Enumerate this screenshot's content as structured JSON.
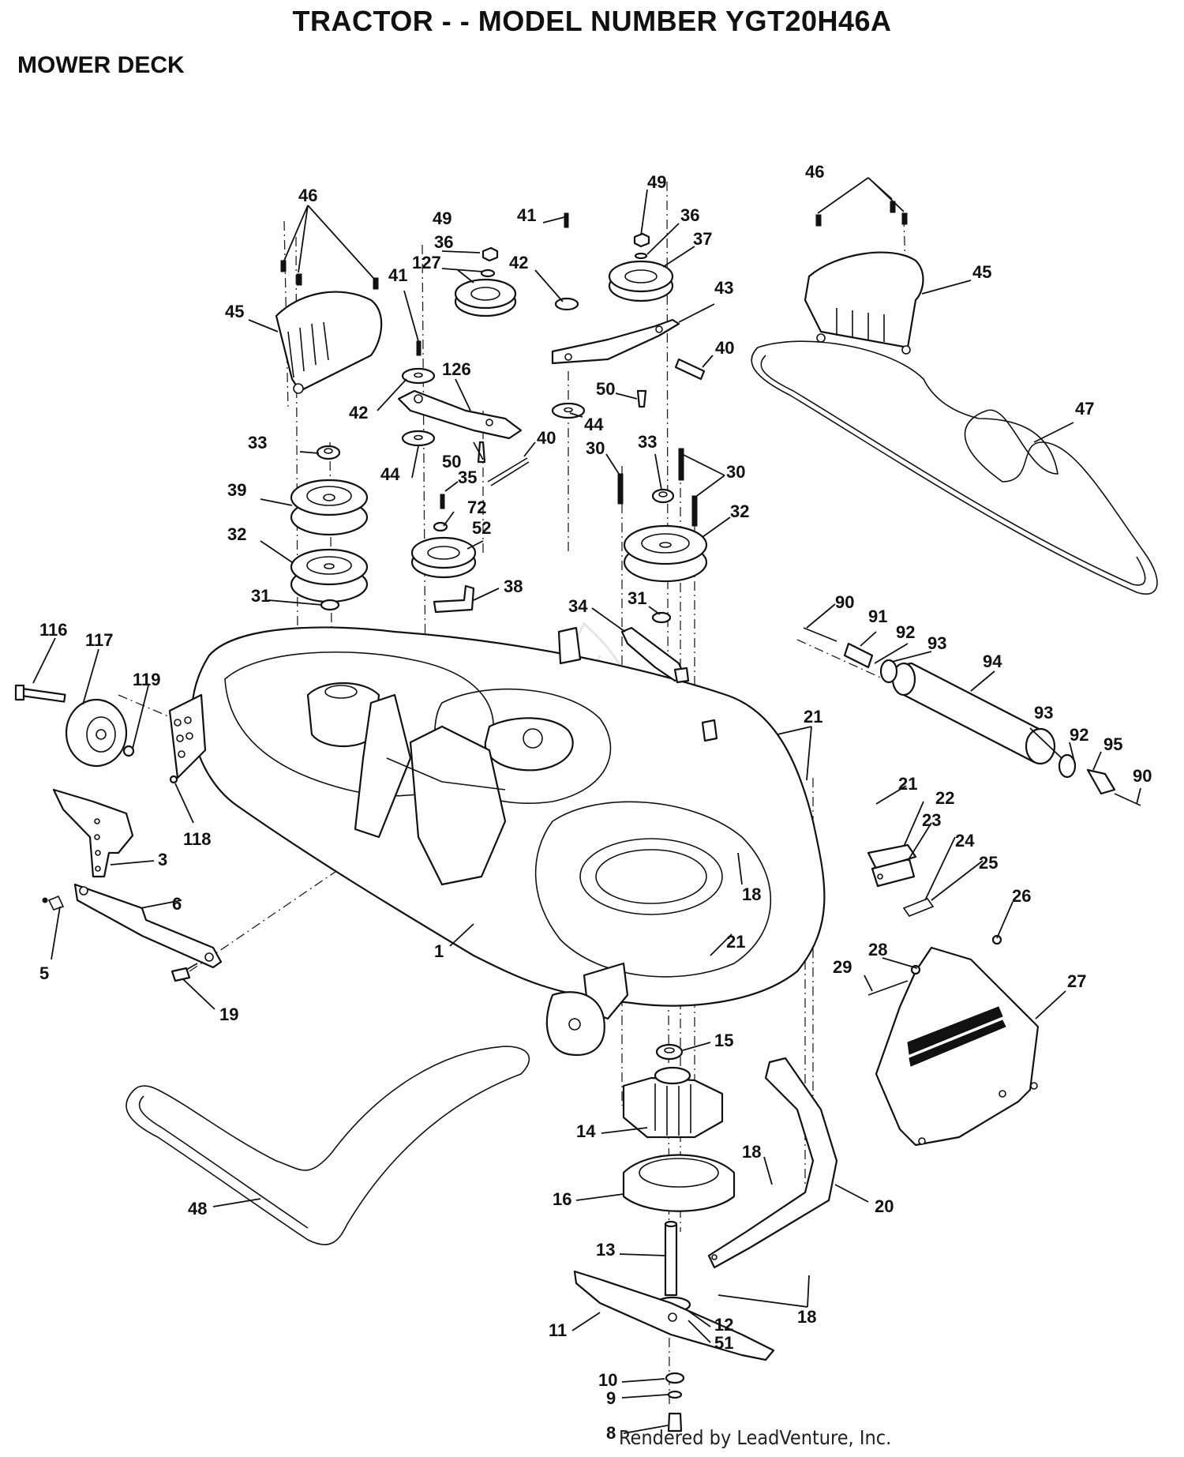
{
  "header": {
    "title": "TRACTOR - - MODEL NUMBER YGT20H46A",
    "section": "MOWER DECK"
  },
  "footer": {
    "credit": "Rendered by LeadVenture, Inc."
  },
  "callouts": [
    {
      "id": "46a",
      "label": "46"
    },
    {
      "id": "45a",
      "label": "45"
    },
    {
      "id": "41a",
      "label": "41"
    },
    {
      "id": "42a",
      "label": "42"
    },
    {
      "id": "126",
      "label": "126"
    },
    {
      "id": "44a",
      "label": "44"
    },
    {
      "id": "50a",
      "label": "50"
    },
    {
      "id": "49a",
      "label": "49"
    },
    {
      "id": "36a",
      "label": "36"
    },
    {
      "id": "127",
      "label": "127"
    },
    {
      "id": "33a",
      "label": "33"
    },
    {
      "id": "39",
      "label": "39"
    },
    {
      "id": "32a",
      "label": "32"
    },
    {
      "id": "31a",
      "label": "31"
    },
    {
      "id": "40a",
      "label": "40"
    },
    {
      "id": "35",
      "label": "35"
    },
    {
      "id": "72",
      "label": "72"
    },
    {
      "id": "52",
      "label": "52"
    },
    {
      "id": "38",
      "label": "38"
    },
    {
      "id": "41b",
      "label": "41"
    },
    {
      "id": "42b",
      "label": "42"
    },
    {
      "id": "44b",
      "label": "44"
    },
    {
      "id": "49b",
      "label": "49"
    },
    {
      "id": "36b",
      "label": "36"
    },
    {
      "id": "37",
      "label": "37"
    },
    {
      "id": "43",
      "label": "43"
    },
    {
      "id": "40b",
      "label": "40"
    },
    {
      "id": "50b",
      "label": "50"
    },
    {
      "id": "30a",
      "label": "30"
    },
    {
      "id": "33b",
      "label": "33"
    },
    {
      "id": "30b",
      "label": "30"
    },
    {
      "id": "32b",
      "label": "32"
    },
    {
      "id": "31b",
      "label": "31"
    },
    {
      "id": "34",
      "label": "34"
    },
    {
      "id": "46b",
      "label": "46"
    },
    {
      "id": "45b",
      "label": "45"
    },
    {
      "id": "47",
      "label": "47"
    },
    {
      "id": "90a",
      "label": "90"
    },
    {
      "id": "91",
      "label": "91"
    },
    {
      "id": "92a",
      "label": "92"
    },
    {
      "id": "93a",
      "label": "93"
    },
    {
      "id": "94",
      "label": "94"
    },
    {
      "id": "93b",
      "label": "93"
    },
    {
      "id": "92b",
      "label": "92"
    },
    {
      "id": "95",
      "label": "95"
    },
    {
      "id": "90b",
      "label": "90"
    },
    {
      "id": "116",
      "label": "116"
    },
    {
      "id": "117",
      "label": "117"
    },
    {
      "id": "119",
      "label": "119"
    },
    {
      "id": "118",
      "label": "118"
    },
    {
      "id": "3",
      "label": "3"
    },
    {
      "id": "6",
      "label": "6"
    },
    {
      "id": "5",
      "label": "5"
    },
    {
      "id": "19",
      "label": "19"
    },
    {
      "id": "1",
      "label": "1"
    },
    {
      "id": "21a",
      "label": "21"
    },
    {
      "id": "18a",
      "label": "18"
    },
    {
      "id": "21b",
      "label": "21"
    },
    {
      "id": "21c",
      "label": "21"
    },
    {
      "id": "22",
      "label": "22"
    },
    {
      "id": "23",
      "label": "23"
    },
    {
      "id": "24",
      "label": "24"
    },
    {
      "id": "25",
      "label": "25"
    },
    {
      "id": "26",
      "label": "26"
    },
    {
      "id": "28",
      "label": "28"
    },
    {
      "id": "29",
      "label": "29"
    },
    {
      "id": "27",
      "label": "27"
    },
    {
      "id": "15",
      "label": "15"
    },
    {
      "id": "14",
      "label": "14"
    },
    {
      "id": "16",
      "label": "16"
    },
    {
      "id": "18b",
      "label": "18"
    },
    {
      "id": "20",
      "label": "20"
    },
    {
      "id": "13",
      "label": "13"
    },
    {
      "id": "18c",
      "label": "18"
    },
    {
      "id": "12",
      "label": "12"
    },
    {
      "id": "51",
      "label": "51"
    },
    {
      "id": "11",
      "label": "11"
    },
    {
      "id": "10",
      "label": "10"
    },
    {
      "id": "9",
      "label": "9"
    },
    {
      "id": "8",
      "label": "8"
    },
    {
      "id": "48",
      "label": "48"
    }
  ]
}
